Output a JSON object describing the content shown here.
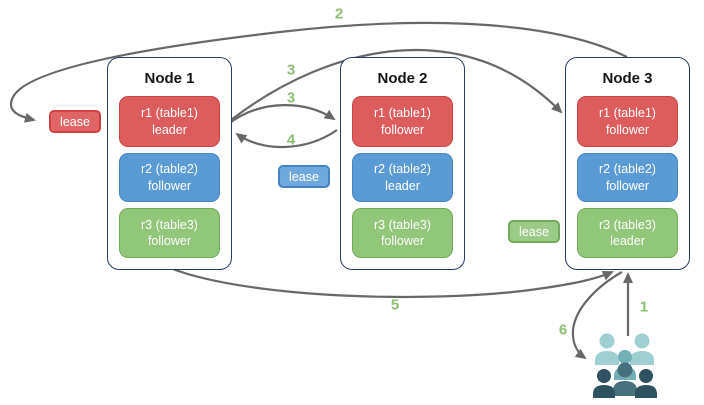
{
  "nodes": [
    {
      "title": "Node 1",
      "replicas": [
        {
          "name": "r1 (table1)",
          "role": "leader",
          "color": "red"
        },
        {
          "name": "r2 (table2)",
          "role": "follower",
          "color": "blue"
        },
        {
          "name": "r3 (table3)",
          "role": "follower",
          "color": "green"
        }
      ]
    },
    {
      "title": "Node 2",
      "replicas": [
        {
          "name": "r1 (table1)",
          "role": "follower",
          "color": "red"
        },
        {
          "name": "r2 (table2)",
          "role": "leader",
          "color": "blue"
        },
        {
          "name": "r3 (table3)",
          "role": "follower",
          "color": "green"
        }
      ]
    },
    {
      "title": "Node 3",
      "replicas": [
        {
          "name": "r1 (table1)",
          "role": "follower",
          "color": "red"
        },
        {
          "name": "r2 (table2)",
          "role": "follower",
          "color": "blue"
        },
        {
          "name": "r3 (table3)",
          "role": "leader",
          "color": "green"
        }
      ]
    }
  ],
  "leases": [
    {
      "label": "lease",
      "color": "red"
    },
    {
      "label": "lease",
      "color": "blue"
    },
    {
      "label": "lease",
      "color": "green"
    }
  ],
  "flow_steps": [
    {
      "step": "1"
    },
    {
      "step": "2"
    },
    {
      "step": "3"
    },
    {
      "step": "3"
    },
    {
      "step": "4"
    },
    {
      "step": "5"
    },
    {
      "step": "6"
    }
  ],
  "icons": {
    "users_group": "users-group-icon"
  },
  "colors": {
    "replica_red": "#DD5C5C",
    "replica_blue": "#5B9BD5",
    "replica_green": "#90C779",
    "lease_red": "#E06666",
    "lease_blue": "#6FA8DC",
    "lease_green": "#9CCB87",
    "node_border": "#233C6B",
    "arrow": "#686868",
    "flow_label": "#8CBF72",
    "users_light": "#9ECFD2",
    "users_mid": "#73AFB6",
    "users_dark": "#2E525F"
  }
}
